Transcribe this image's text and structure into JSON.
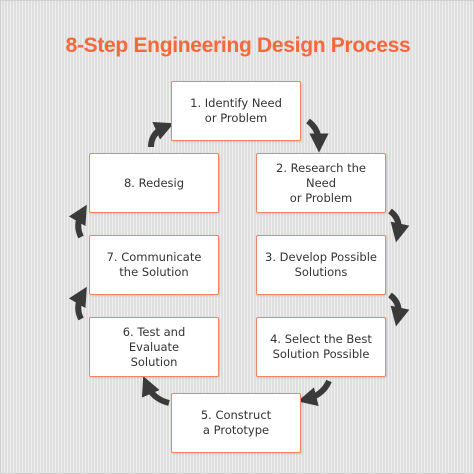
{
  "title": "8-Step Engineering Design Process",
  "steps": [
    "1. Identify Need\nor Problem",
    "2. Research the Need\nor Problem",
    "3. Develop Possible\nSolutions",
    "4. Select the Best\nSolution Possible",
    "5. Construct\na Prototype",
    "6. Test and Evaluate\nSolution",
    "7. Communicate\nthe Solution",
    "8. Redesig"
  ],
  "colors": {
    "accent": "#f4683a",
    "box_border": "#f1855f",
    "arrow": "#3a3a3a",
    "background": "#e6e6e6"
  },
  "arrow_icon": "curved-arrow-icon"
}
